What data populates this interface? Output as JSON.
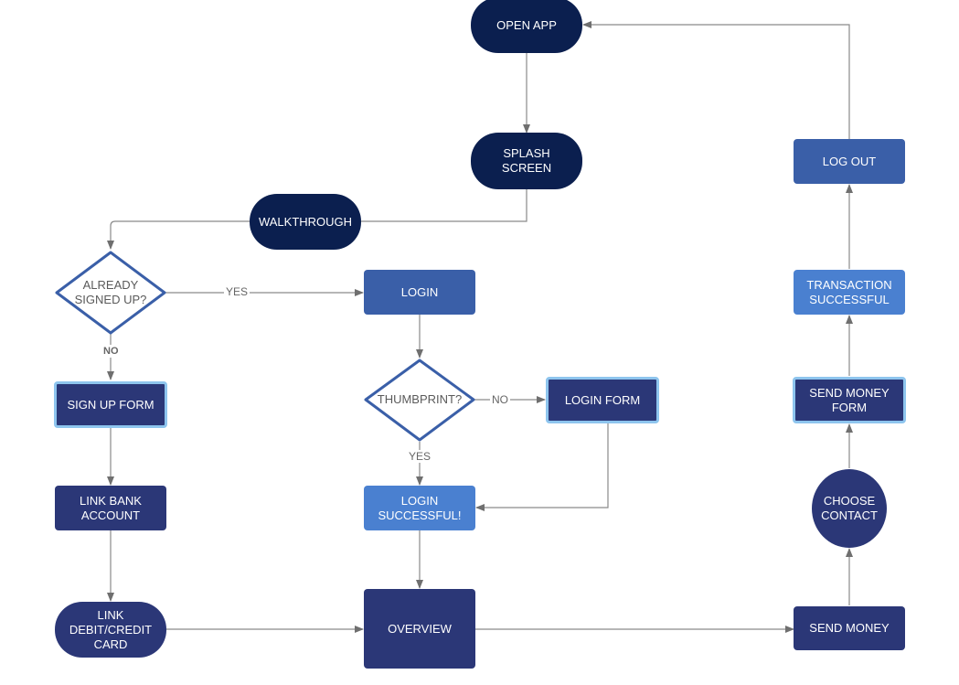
{
  "nodes": {
    "open_app": "OPEN APP",
    "splash_screen": "SPLASH\nSCREEN",
    "walkthrough": "WALKTHROUGH",
    "already_signed_up": "ALREADY\nSIGNED UP?",
    "login": "LOGIN",
    "thumbprint": "THUMBPRINT?",
    "login_form": "LOGIN FORM",
    "sign_up_form": "SIGN UP FORM",
    "link_bank_account": "LINK BANK\nACCOUNT",
    "login_successful": "LOGIN\nSUCCESSFUL!",
    "link_debit_credit_card": "LINK\nDEBIT/CREDIT\nCARD",
    "overview": "OVERVIEW",
    "send_money": "SEND MONEY",
    "choose_contact": "CHOOSE\nCONTACT",
    "send_money_form": "SEND MONEY\nFORM",
    "transaction_successful": "TRANSACTION\nSUCCESSFUL",
    "log_out": "LOG OUT"
  },
  "edge_labels": {
    "signed_up_yes": "YES",
    "signed_up_no": "NO",
    "thumbprint_no": "NO",
    "thumbprint_yes": "YES"
  },
  "colors": {
    "navy": "#0b1f4f",
    "indigo": "#2b3777",
    "mid_blue": "#3a5fa8",
    "light_blue": "#4a80d0",
    "outline": "#8ec5ee",
    "diamond_stroke": "#3a5fa8",
    "connector": "#777777"
  }
}
